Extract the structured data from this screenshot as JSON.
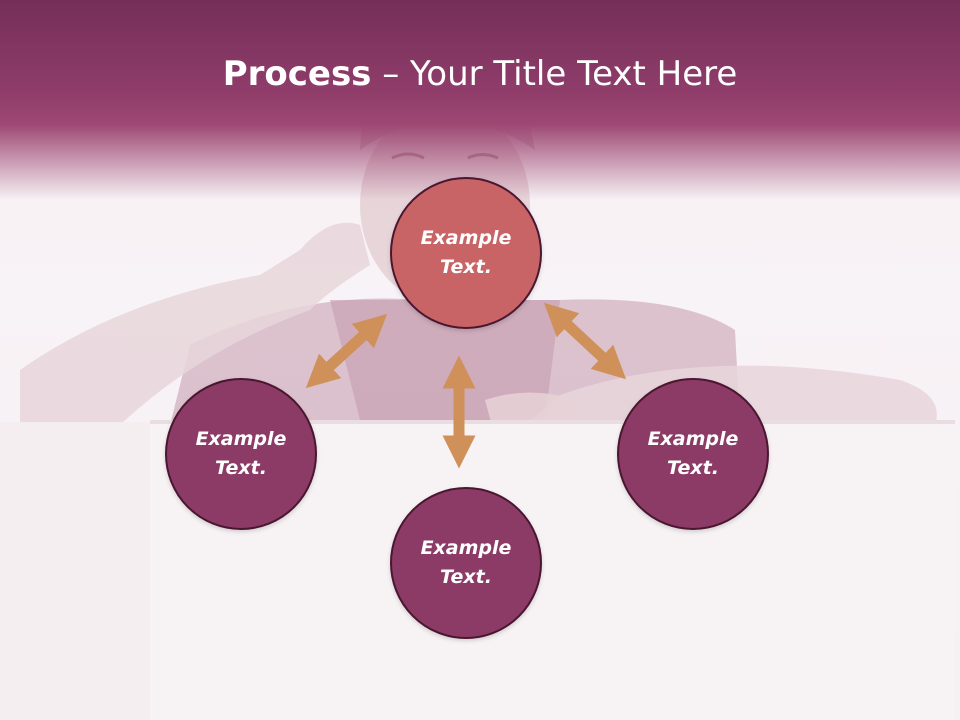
{
  "title": {
    "bold": "Process",
    "rest": " – Your Title Text Here"
  },
  "nodes": [
    {
      "label": "Example Text."
    },
    {
      "label": "Example Text."
    },
    {
      "label": "Example Text."
    },
    {
      "label": "Example Text."
    }
  ],
  "colors": {
    "header": "#8f3c6a",
    "center_node": "#c96466",
    "node": "#8b3b65",
    "node_border": "#4a1630",
    "arrow": "#cf9159"
  }
}
